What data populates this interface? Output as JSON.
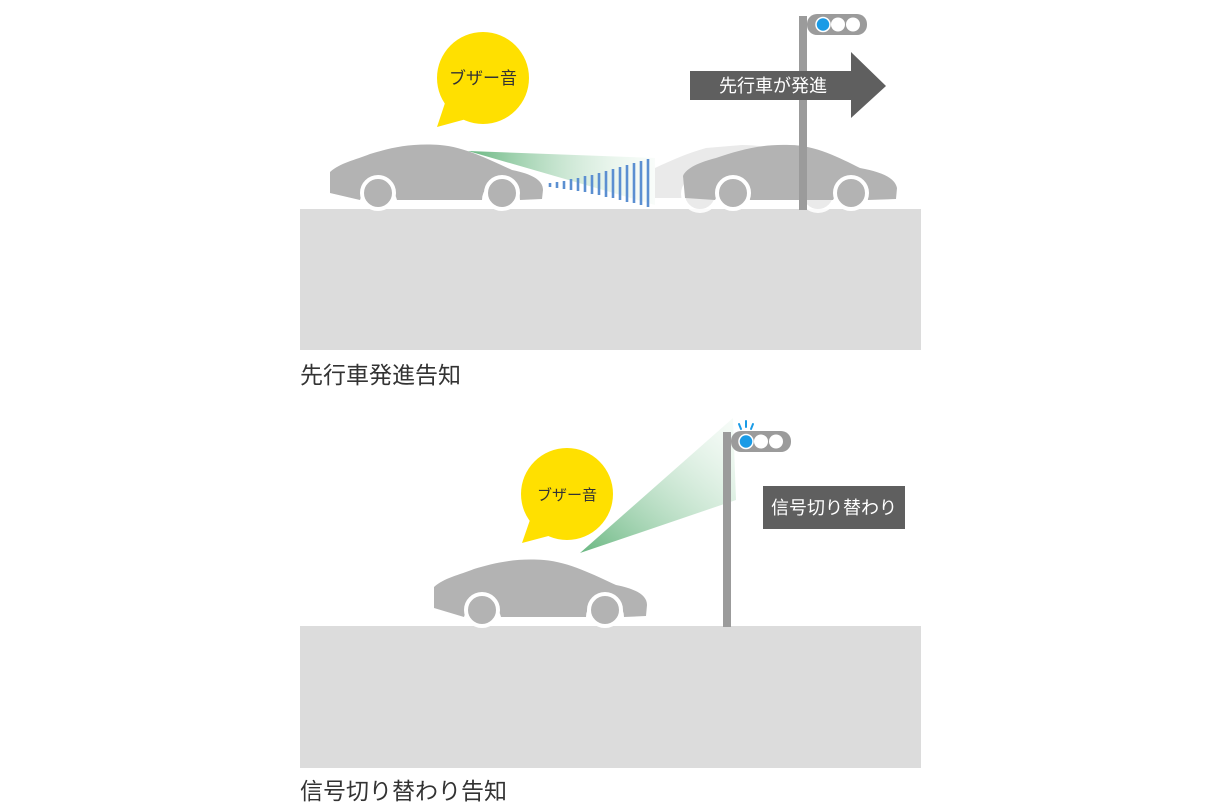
{
  "colors": {
    "road": "#dcdcdc",
    "car": "#b3b3b3",
    "car_ghost": "#e6e6e6",
    "pole": "#9b9b9b",
    "signal_green_light": "#1a9be6",
    "bubble": "#ffe000",
    "label_box": "#5f5f5f",
    "detection_cone": "#7cc08f",
    "radar_lines": "#5b8fd1"
  },
  "scene_departure": {
    "bubble_text": "ブザー音",
    "arrow_label": "先行車が発進",
    "caption": "先行車発進告知",
    "icons": [
      "car-icon",
      "traffic-signal-icon",
      "speech-bubble-icon",
      "right-arrow-icon"
    ]
  },
  "scene_signal": {
    "bubble_text": "ブザー音",
    "box_label": "信号切り替わり",
    "caption": "信号切り替わり告知",
    "icons": [
      "car-icon",
      "traffic-signal-icon",
      "speech-bubble-icon",
      "blink-rays-icon"
    ]
  }
}
